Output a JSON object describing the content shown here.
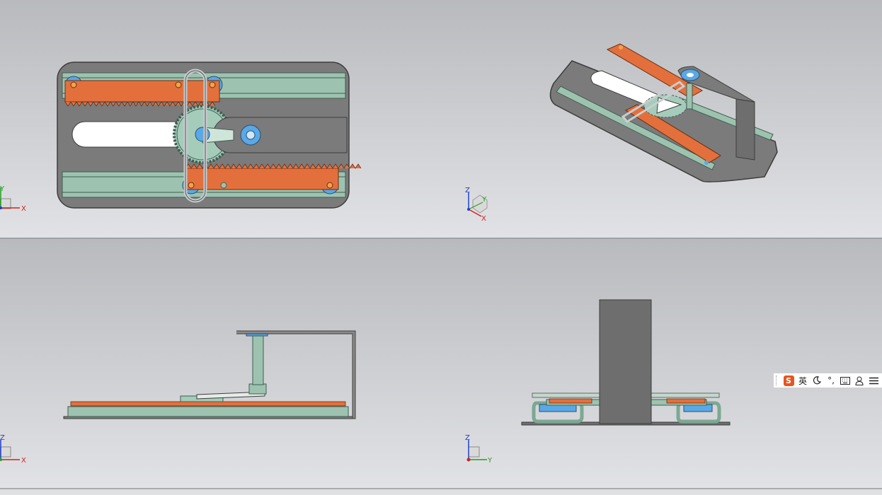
{
  "axes": {
    "x": "X",
    "y": "Y",
    "z": "Z"
  },
  "colors": {
    "plate": "#7b7b7b",
    "rail": "#9dc3b0",
    "rack": "#e3703c",
    "bearing": "#5aa8e6",
    "background_top": "#b9babd",
    "background_bottom": "#e1e2e5"
  },
  "ime_toolbar": {
    "logo": "S",
    "language": "英",
    "items": [
      "moon-icon",
      "punctuation-icon",
      "keyboard-icon",
      "user-icon",
      "menu-icon"
    ],
    "punctuation": "°,"
  }
}
